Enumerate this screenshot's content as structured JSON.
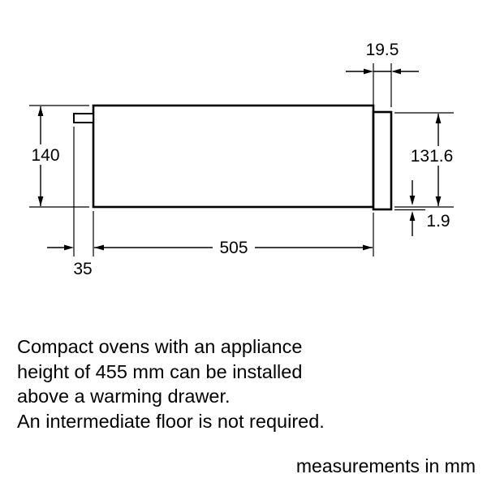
{
  "diagram": {
    "dimensions": {
      "panel_thickness": "19.5",
      "body_height": "140",
      "panel_height": "131.6",
      "panel_overhang": "1.9",
      "body_depth": "505",
      "rail_offset": "35"
    }
  },
  "note": {
    "line1": "Compact ovens with an appliance",
    "line2": "height of 455 mm can be installed",
    "line3": "above a warming drawer.",
    "line4": "An intermediate floor is not required."
  },
  "footer": {
    "units_label": "measurements in mm"
  },
  "colors": {
    "line": "#000000",
    "background": "#ffffff"
  }
}
